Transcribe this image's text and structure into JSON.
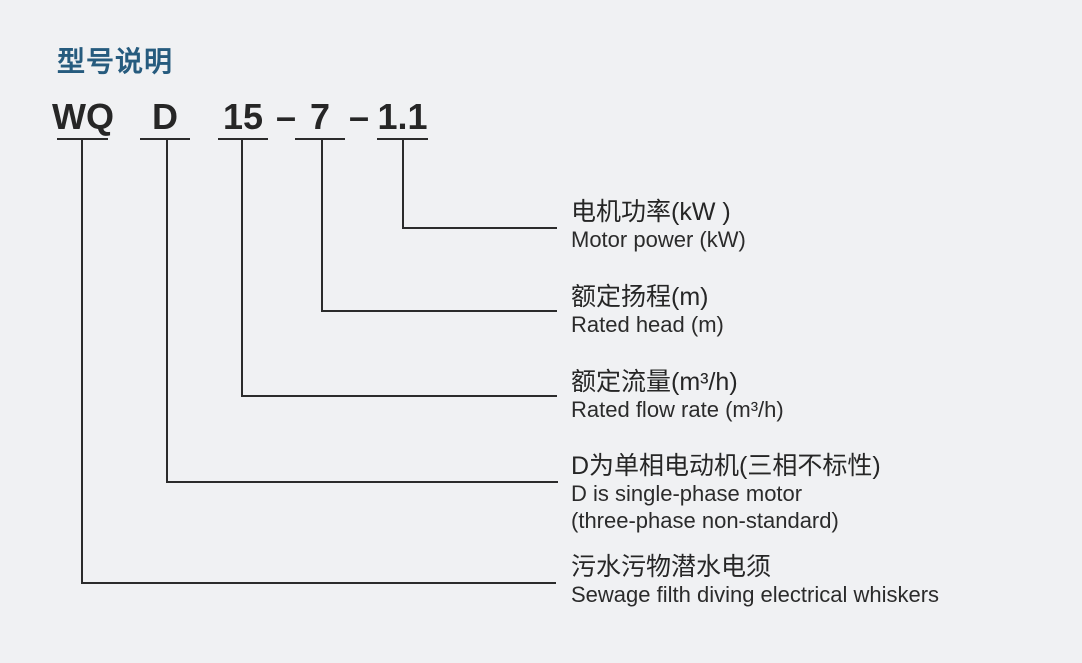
{
  "title": "型号说明",
  "model_code": {
    "separator": "–",
    "segments": [
      {
        "code": "WQ"
      },
      {
        "code": "D"
      },
      {
        "code": "15"
      },
      {
        "code": "7"
      },
      {
        "code": "1.1"
      }
    ]
  },
  "labels": [
    {
      "zh": "电机功率(kW )",
      "en1": "Motor power (kW)"
    },
    {
      "zh": "额定扬程(m)",
      "en1": "Rated head (m)"
    },
    {
      "zh": "额定流量(m³/h)",
      "en1": "Rated flow rate (m³/h)"
    },
    {
      "zh": "D为单相电动机(三相不标性)",
      "en1": "D is single-phase motor",
      "en2": "(three-phase non-standard)"
    },
    {
      "zh": "污水污物潜水电须",
      "en1": "Sewage filth diving electrical whiskers"
    }
  ],
  "colors": {
    "background": "#f0f1f3",
    "title": "#265b7e",
    "text": "#262626",
    "line": "#2b2b2b"
  }
}
